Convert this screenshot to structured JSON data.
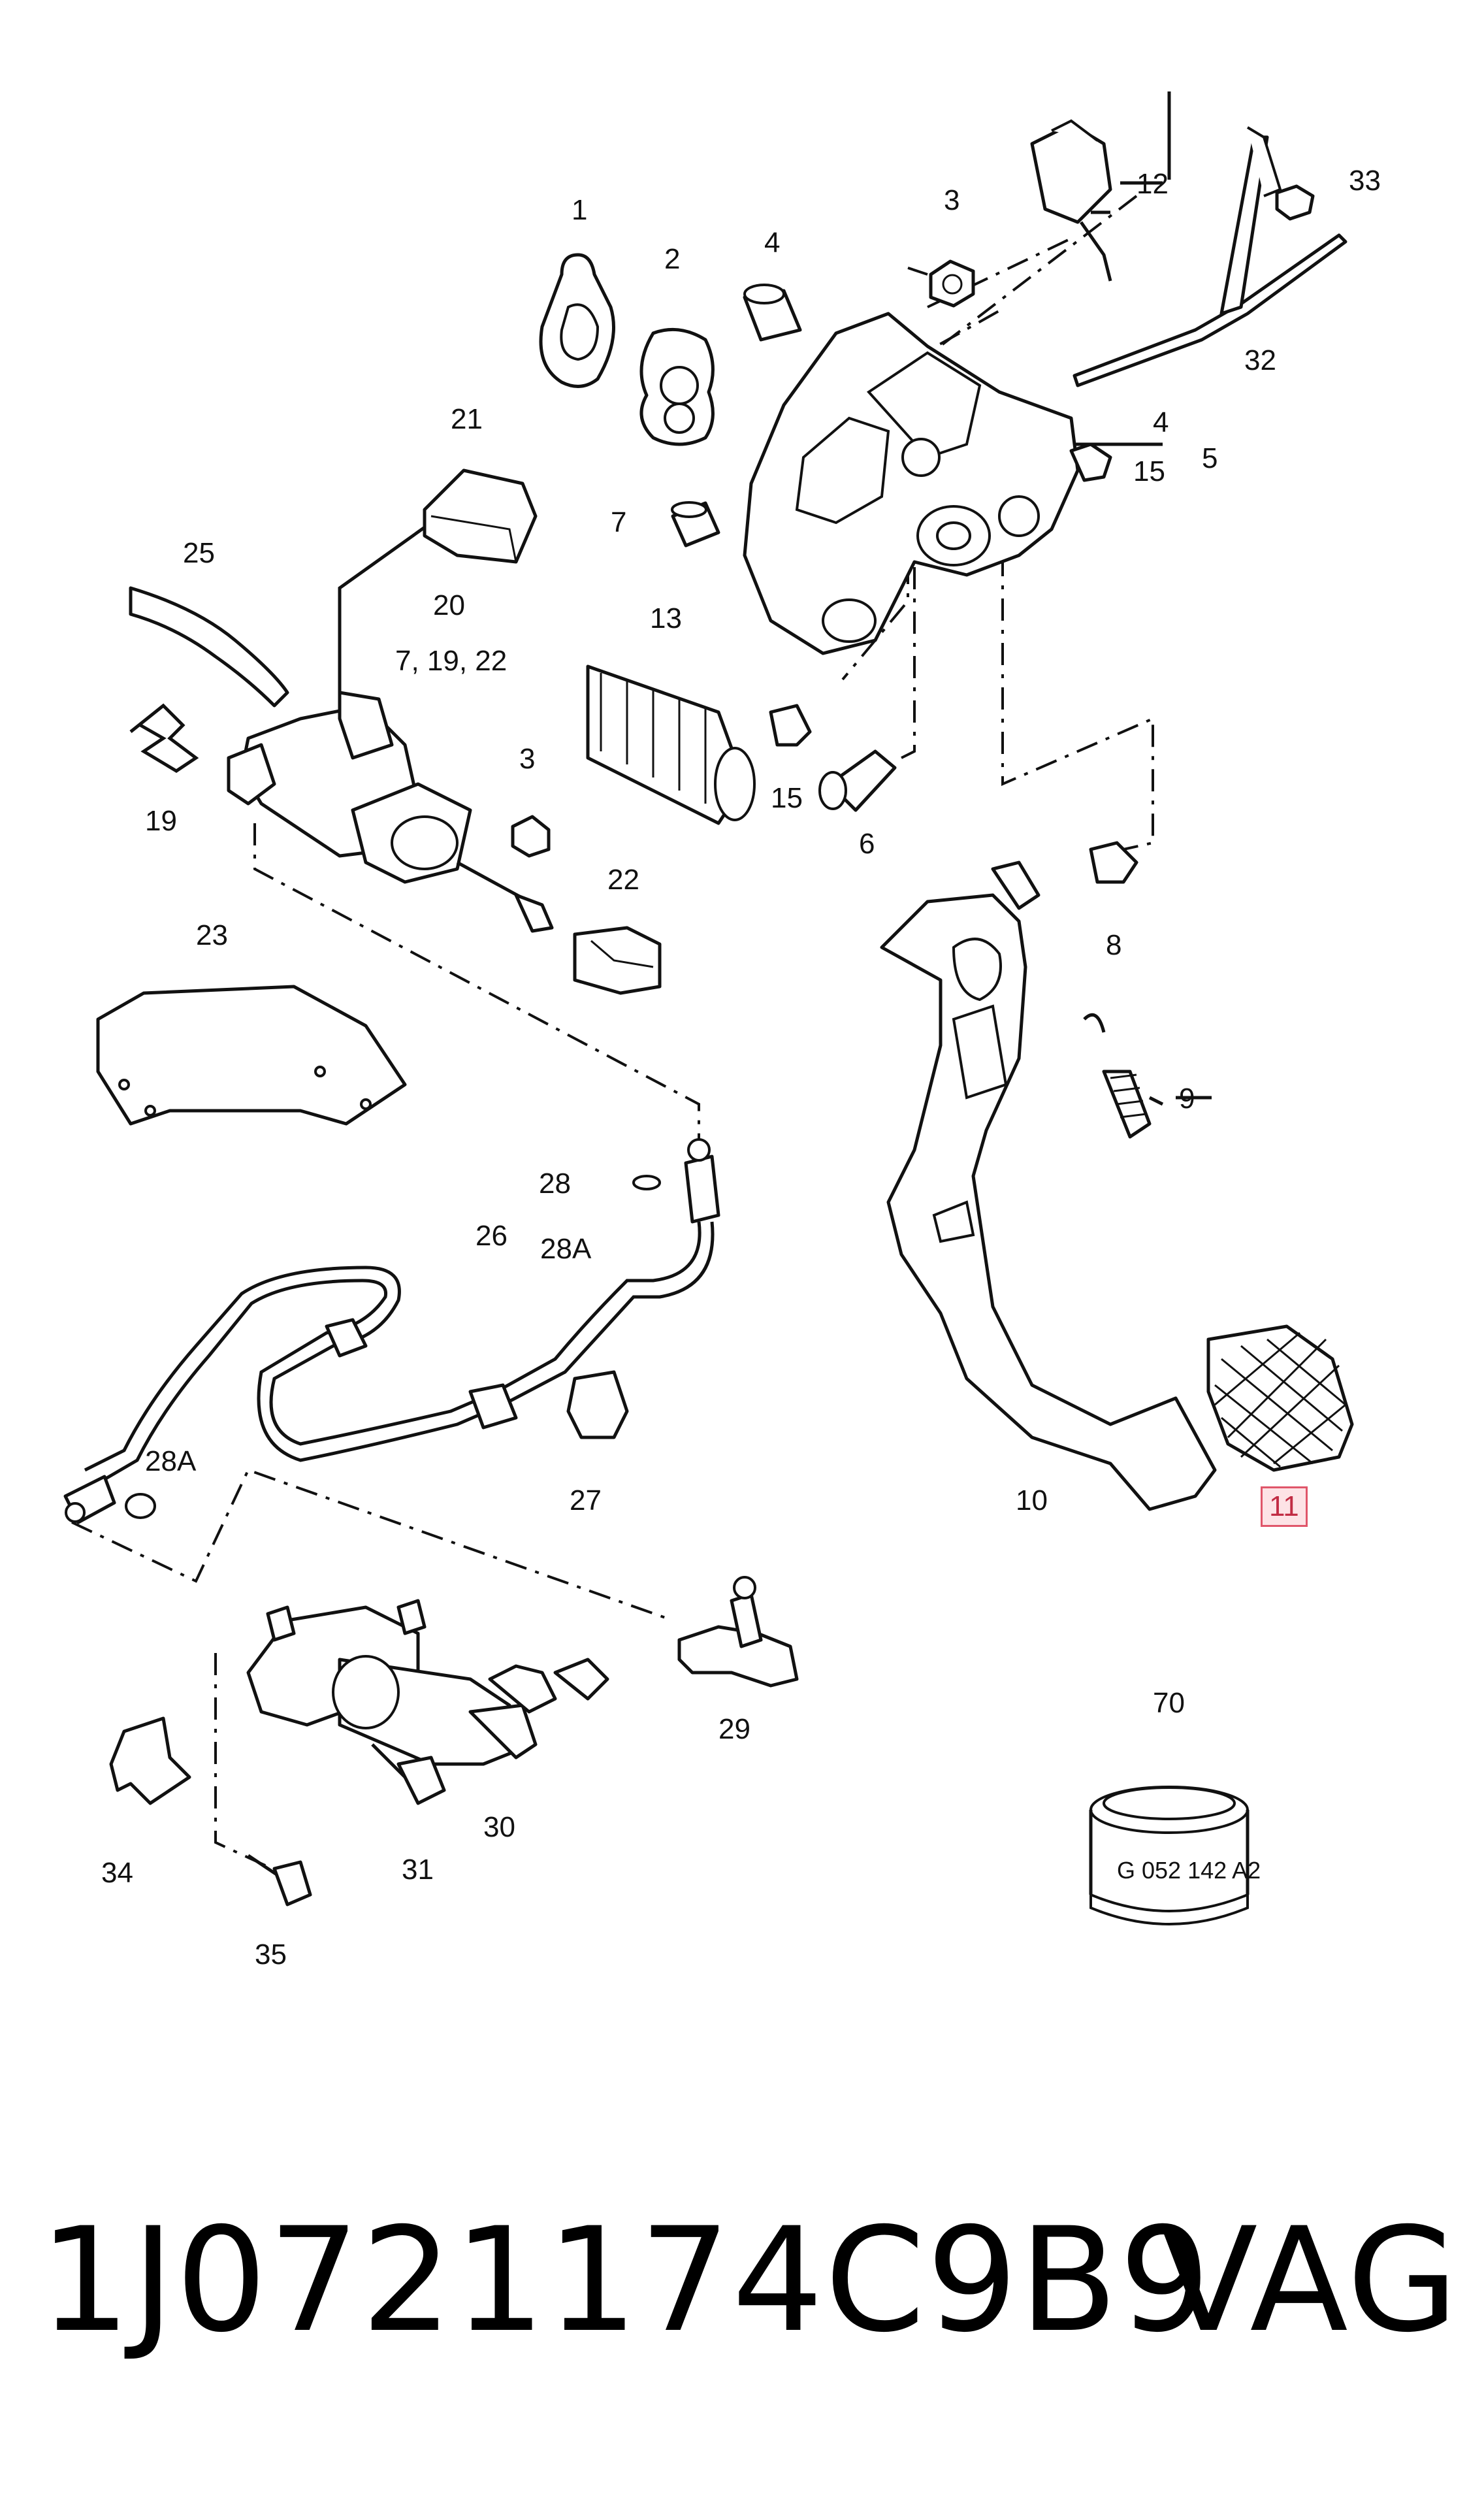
{
  "callouts": {
    "n1": "1",
    "n2": "2",
    "n3a": "3",
    "n3b": "3",
    "n4a": "4",
    "n4b": "4",
    "n5": "5",
    "n6": "6",
    "n7": "7",
    "n8": "8",
    "n9": "9",
    "n10": "10",
    "n11": "11",
    "n12": "12",
    "n13": "13",
    "n15a": "15",
    "n15b": "15",
    "n19": "19",
    "n20": "20",
    "n20sub": "7, 19, 22",
    "n21": "21",
    "n22": "22",
    "n23": "23",
    "n25": "25",
    "n26": "26",
    "n27": "27",
    "n28": "28",
    "n28a1": "28A",
    "n28a2": "28A",
    "n29": "29",
    "n30": "30",
    "n31": "31",
    "n32": "32",
    "n33": "33",
    "n34": "34",
    "n35": "35",
    "n70": "70"
  },
  "highlighted_part": "11",
  "grease_tin_label": "G 052 142 A2",
  "part_number": "1J0721174C9B9",
  "brand": "VAG",
  "colors": {
    "highlight_border": "#e0566a",
    "highlight_fill": "#fde3e6",
    "line": "#111111"
  }
}
